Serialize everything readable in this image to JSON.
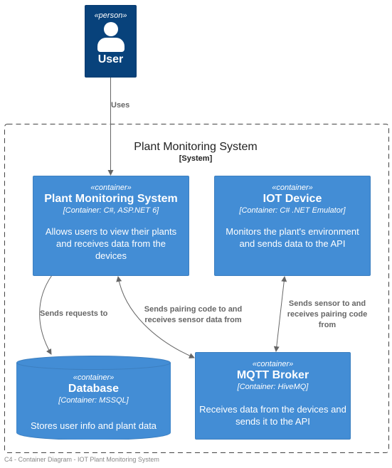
{
  "person": {
    "stereotype": "«person»",
    "name": "User"
  },
  "boundary": {
    "title": "Plant Monitoring System",
    "type": "[System]"
  },
  "containers": [
    {
      "stereotype": "«container»",
      "name": "Plant Monitoring System",
      "technology": "[Container: C#, ASP.NET 6]",
      "description": "Allows users to view their plants and receives data from the devices"
    },
    {
      "stereotype": "«container»",
      "name": "IOT Device",
      "technology": "[Container: C# .NET Emulator]",
      "description": "Monitors the plant's environment and sends data to the API"
    },
    {
      "stereotype": "«container»",
      "name": "MQTT Broker",
      "technology": "[Container: HiveMQ]",
      "description": "Receives data from the devices and sends it to the API"
    }
  ],
  "database": {
    "stereotype": "«container»",
    "name": "Database",
    "technology": "[Container: MSSQL]",
    "description": "Stores user info and plant data"
  },
  "relations": {
    "uses": "Uses",
    "requests": "Sends requests to",
    "pairing": "Sends pairing code to and receives sensor data from",
    "sensor": "Sends sensor to and receives pairing code from"
  },
  "footer": "C4 - Container Diagram - IOT Plant Monitoring System",
  "colors": {
    "person": "#08427b",
    "container": "#438dd5",
    "arrow": "#666666",
    "boundary": "#444444"
  }
}
